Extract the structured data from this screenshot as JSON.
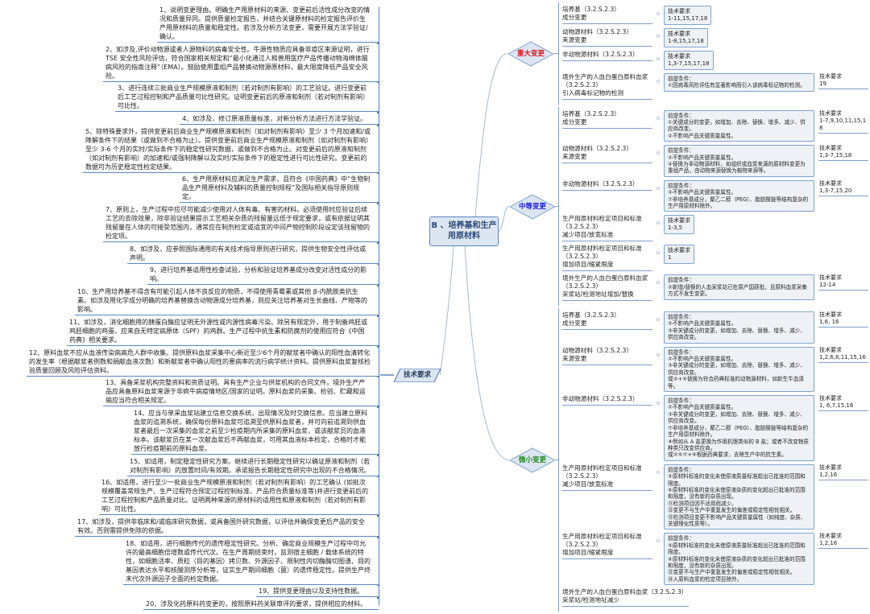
{
  "center": {
    "title": "B 、培养基和生产用原材料"
  },
  "requirements_node": {
    "label": "技术要求"
  },
  "requirements": [
    "1、说明变更理由。明确生产用原材料的来源、变更前后活性成分改变的情况和质量异同。提供质量检定报告，并结合关键原材料的检定报告评价生产用原材料的质量和稳定性。若涉及分析方法变更，需要开展方法学验证/确认。",
    "2、如涉及,评价动物源或者人源物料的病毒安全性。牛源性物质应具备非疫区来源证明，进行 TSE 安全性风险评估，符合国家相关规定和“最小化通过人和兽用医疗产品传播动物海绵体脑病风险的指南注释”（EMA）。鼓励使用重组产品替换动物源原材料，最大限度降低产品安全风险。",
    "3、进行连续三批商业生产规模原液和制剂（若对制剂有影响）的工艺验证。进行变更前后工艺过程控制和产品质量可比性研究。证明变更前后的原液和制剂（若对制剂有影响）可比性。",
    "4、如涉及，修订原液质量标准，对新分析方法进行方法学验证。",
    "5、除特殊要求外，提供变更前后商业生产规模原液和制剂（如对制剂有影响）至少 3 个月加速和/或降解条件下的结果（或做到不合格为止）。提供变更前后商业生产规模原液和制剂（如对制剂有影响）至少 3-6 个月的实时/实际条件下的稳定性研究数据，或做到不合格为止。对变更前后的原液和制剂（如对制剂有影响）的加速和/或强制降解以及实时/实际条件下的稳定性进行可比性研究。变更前的数据可为历史稳定性检定结果。",
    "6、生产用原材料应满足生产需求，且符合《中国药典》中“生物制品生产用原材料及辅料的质量控制规程”及国际相关指导原则规定。",
    "7、原则上，生产过程中应尽可能减少使用对人体有毒、有害的材料。必须使用时应验证后续工艺的去除效果，除非验证结果提示工艺相关杂质的残留量远低于规定要求，或有依据证明其残留量在人体的可接受范围内，通常应在制剂检定或适宜的中间产物控制阶段设定该残留物的检定项。",
    "8、如涉及，应参照国际通用的有关技术指导原则进行研究，提供生物安全性评估或声明。",
    "9、进行培养基适用性检查试验，分析和验证培养基成分改变对活性成分的影响。",
    "10、生产用培养基不得含有可能引起人体不良反应的物质，不得使用青霉素或其他 β-内酰胺类抗生素。如涉及用化学成分明确的培养基替换含动物源成分培养基，则应关注培养基对生长曲线、产物等的影响。",
    "11、如涉及，消化细胞用的胰蛋白酶应证明无外源性或内源性病毒污染。除另有规定外，用于制备鸡胚或鸡胚细胞的鸡蛋，应来自无特定病原体（SPF）的鸡群。生产过程中抗生素和防腐剂的使用应符合《中国药典》相关要求。",
    "12、原料血浆不应从血液传染病高危人群中收集。提供原料血浆采集中心新近至少6个月的献浆者中确认的阳性血清转化的发生率（根据献浆者例数和捐献血液次数）和新献浆者中确认阳性的患病率的流行病学统计资料。提供原料血浆复核检验质量回顾及风险评估资料。",
    "13、具备采浆机构完整资料和资质证明。具有生产企业与供浆机构的合同文件。境外生产产品应具备原料血浆来源于非疯牛病疫情地区/国家的证明。原料血浆的采集、检验、贮藏和运输应当符合相关规定。",
    "14、应当与单采血浆站建立信息交换系统，出现情况及时交换信息。应当建立原料血浆的追溯系统，确保每份原料血浆可追溯至供原料血浆者，并可向前追溯到供血浆者最后一次采集的血浆之前至少检疫期内所采集的原料血浆，或该献浆员的血液标本。该献浆员在某一次献血浆后不再献血浆，可用其血液标本检定，合格时才能放行检疫期前的原料血浆。",
    "15、如适用，制定稳定性研究方案。继续进行长期稳定性研究以确证原液和制剂（若对制剂有影响）的放置时间/有效期。承诺报告长期稳定性研究中出现的不合格情况。",
    "16、如适用，进行至少一批商业生产规模原液和制剂（若对制剂有影响）的工艺确认 (如批次规模覆盖常规生产、生产过程符合预定过程控制标准、产品符合质量标准等)并进行变更前后的工艺过程控制和产品质量对比。证明两种来源的原材料的适用性和原液和制剂（若对制剂有影响）可比性。",
    "17、如涉及，提供非临床和/或临床研究数据，或具备国外研究数据，以评估并确保变更后产品的安全有效。否则需提供免除的依据。",
    "18、如适用，进行细胞传代的遗传稳定性研究。分析、确定商业规模生产过程中可允许的最高细胞倍增数或传代代次。在生产周期结束时，监测宿主细胞 / 载体系统的特性，如细胞活率、质粒（目的基因）拷贝数、外源因子、限制性内切酶酶切图谱、目的基因表达水平和核酸测序分析等，证实生产期间细胞（菌）的遗传稳定性。提供生产终末代次外源因子全面的检定数据。",
    "19、提供变更理由以及支持性数据。",
    "20、涉及化药原料药变更的，按照原料药关联审评的要求，提供相应的材料。"
  ],
  "groups": {
    "major": {
      "label": "重大变更",
      "color": "#e0161e",
      "items": [
        {
          "name": "培养基（3.2.S.2.3）",
          "sub": "成分变更",
          "req_label": "技术要求",
          "req": "1-11,15,17,18"
        },
        {
          "name": "动物源材料（3.2.S.2.3）",
          "sub": "来源变更",
          "req_label": "技术要求",
          "req": "1-8,15,17,18"
        },
        {
          "name": "非动物源材料（3.2.S.2.3）",
          "sub": "",
          "req_label": "技术要求",
          "req": "1,3-7,15,17,18"
        },
        {
          "name": "境外生产的人血白蛋白原料血浆（3.2.S.2.3）",
          "sub": "引入病毒标记物的检测",
          "conditions": [
            "前提条件：",
            "①因病毒风险评估有显著影响而引入该病毒标记物的检测。"
          ],
          "req_label": "技术要求",
          "req": "19"
        }
      ]
    },
    "moderate": {
      "label": "中等变更",
      "color": "#1a1adc",
      "items": [
        {
          "name": "培养基（3.2.S.2.3）",
          "sub": "成分变更",
          "conditions": [
            "前提条件：",
            "①关键成分的变更，如增加、去除、替换、增多、减少、供应商改变。",
            "②不影响产品关键质量属性。"
          ],
          "req_label": "技术要求",
          "req": "1-7,9,10,11,15,18"
        },
        {
          "name": "动物源材料（3.2.S.2.3）",
          "sub": "来源变更",
          "conditions": [
            "前提条件：",
            "②不影响产品关键质量属性。",
            "④替换为非动物源材料，如组织或血浆来源的原材料变更为重组产品，由动物来源替换为植物来源等。"
          ],
          "req_label": "技术要求",
          "req": "1,3-7,15,18"
        },
        {
          "name": "非动物源材料（3.2.S.2.3）",
          "sub": "",
          "conditions": [
            "前提条件：",
            "②不影响产品关键质量属性。",
            "⑦非培养基成分，聚乙二醇（PEG）、脂肪酸链等结构复杂的生产用原材料除外。"
          ],
          "req_label": "技术要求",
          "req": "1,3-7,15,20"
        },
        {
          "name": "生产用原材料检定项目和标准（3.2.S.2.3）",
          "sub": "减少项目/放宽标准",
          "req_label": "技术要求",
          "req": "1-3,5"
        },
        {
          "name": "生产用原材料检定项目和标准（3.2.S.2.3）",
          "sub": "增加项目/缩紧限度",
          "req_label": "技术要求",
          "req": "1"
        },
        {
          "name": "境外生产的人血白蛋白原料血浆（3.2.S.2.3）",
          "sub": "采浆站/检测地址增加/替换",
          "conditions": [
            "前提条件：",
            "②新增/替换的人血采浆站已在原产国获批，且原料血浆采集方式不发生变更。"
          ],
          "req_label": "技术要求",
          "req": "12-14"
        }
      ]
    },
    "minor": {
      "label": "微小变更",
      "color": "#1e8a1e",
      "items": [
        {
          "name": "培养基（3.2.S.2.3）",
          "sub": "成分变更",
          "conditions": [
            "前提条件：",
            "②不影响产品关键质量属性。",
            "③非关键成分的变更，如增加、去除、替换、增多、减少、供应商改变。"
          ],
          "req_label": "技术要求",
          "req": "1,6, 16"
        },
        {
          "name": "动物源材料（3.2.S.2.3）",
          "sub": "来源变更",
          "conditions": [
            "前提条件：",
            "②不影响产品关键质量属性。",
            "③非关键成分的变更，如增加、去除、替换、增多、减少、供应商改变。",
            "或②+⑤替换为符合药典标准的动物源材料，如新生牛血清等。"
          ],
          "req_label": "技术要求",
          "req": "1,2,6,8,11,15,16"
        },
        {
          "name": "非动物源材料（3.2.S.2.3）",
          "sub": "",
          "conditions": [
            "前提条件：",
            "②不影响产品关键质量属性。",
            "③非关键成分的变更，如增加、去除、替换、增多、减少、供应商改变。",
            "⑦非培养基成分，聚乙二醇（PEG）、脂肪酸链等结构复杂的生产用原材料除外。",
            "⑧例如从 A 盐更换为作用机理类似的 B 盐；或者不改变物质种类只改变供应商。",
            "或②⑤⑦+⑨根据药典要求，去除生产中的抗生素。"
          ],
          "req_label": "技术要求",
          "req": "1, 6,7,15,16"
        },
        {
          "name": "生产用原材料检定项目和标准（3.2.S.2.3）",
          "sub": "减少项目/放宽标准",
          "conditions": [
            "前提条件：",
            "⑤原材料标准的变化未使原液质量标准超出已批准的范围和限度。",
            "⑥原材料标准的变化未使原液杂质的变化超出已批准的范围和限度，没有新的杂质出现。",
            "⑪检测项目因不适用而减少。",
            "⑫变更不与生产中重复发生的偏差或稳定性相忧相关。",
            "⑬检测项目变更不影响产品关键质量属性（如纯度、杂质、关键理化性质等）。"
          ],
          "req_label": "技术要求",
          "req": "1,2,16"
        },
        {
          "name": "生产用原材料检定项目和标准（3.2.S.2.3）",
          "sub": "增加项目/缩紧限度",
          "conditions": [
            "前提条件：",
            "⑤原材料标准的变化未使原液质量标准超出已批准的范围和限度。",
            "⑥原材料标准的变化未使原液杂质的变化超出已批准的范围和限度，没有新的杂质出现。",
            "⑫变更不与生产中重复发生的偏差或稳定性相忧相关。",
            "⑭人原料血浆的检定项目除外。"
          ],
          "req_label": "技术要求",
          "req": "1,2,16"
        },
        {
          "name": "境外生产的人血白蛋白原料血浆（3.2.S.2.3）",
          "sub": "采浆站/检测地址减少"
        }
      ]
    }
  },
  "colors": {
    "line": "#5b86c0",
    "box_fill": "#eef1f6",
    "box_border": "#7fa3cf",
    "node_fill": "#dce6f2"
  }
}
